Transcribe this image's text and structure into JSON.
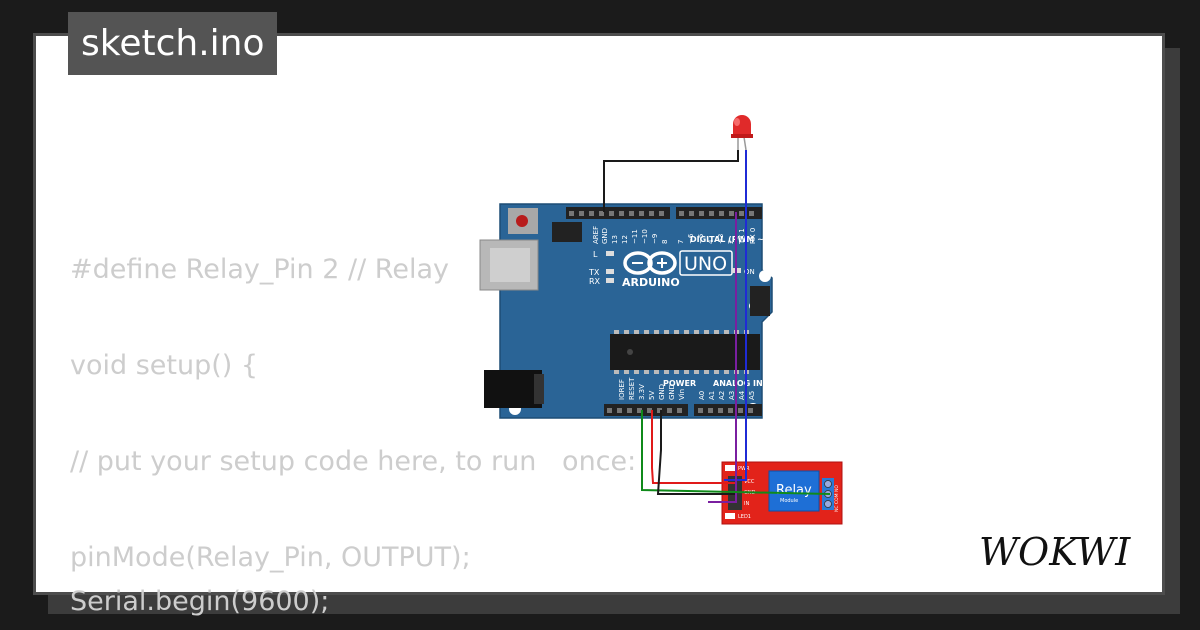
{
  "header": {
    "title": "sketch.ino"
  },
  "code_lines": [
    "#define Relay_Pin 2 // Relay",
    "void setup() {",
    "// put your setup code here, to run   once:",
    "pinMode(Relay_Pin, OUTPUT);",
    "Serial.begin(9600);"
  ],
  "board": {
    "name": "UNO",
    "brand": "ARDUINO",
    "digital_label": "DIGITAL (PWM ~)",
    "power_label": "POWER",
    "analog_label": "ANALOG IN",
    "led_l": "L",
    "led_tx": "TX",
    "led_rx": "RX",
    "on_label": "ON",
    "top_pins": [
      "AREF",
      "GND",
      "13",
      "12",
      "~11",
      "~10",
      "~9",
      "8",
      "7",
      "~6",
      "~5",
      "4",
      "~3",
      "2",
      "TX 1",
      "RX 0"
    ],
    "power_pins": [
      "IOREF",
      "RESET",
      "3.3V",
      "5V",
      "GND",
      "GND",
      "Vin"
    ],
    "analog_pins": [
      "A0",
      "A1",
      "A2",
      "A3",
      "A4",
      "A5"
    ]
  },
  "relay": {
    "label": "Relay",
    "sublabel": "Module",
    "pins": [
      "VCC",
      "GND",
      "IN"
    ],
    "pwr_label": "PWR",
    "led_label": "LED1",
    "right_pins": [
      "NC",
      "COM",
      "NO"
    ]
  },
  "logo": {
    "text": "WOKWI"
  },
  "colors": {
    "board": "#2a6496",
    "relay": "#e2231a",
    "wire_black": "#1a1a1a",
    "wire_blue": "#1f2bd6",
    "wire_purple": "#7a1fa0",
    "wire_red": "#e01a1a",
    "wire_green": "#0f8a1a",
    "led": "#e02a2a"
  }
}
